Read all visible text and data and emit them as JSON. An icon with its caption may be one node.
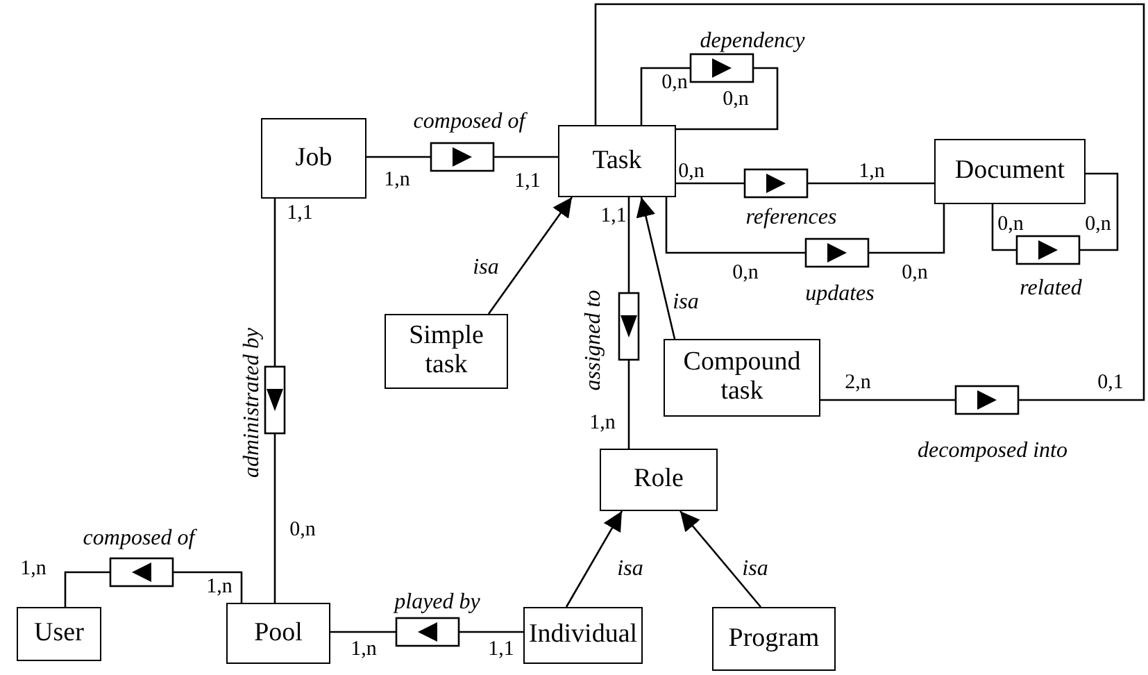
{
  "diagram": {
    "nodes": [
      {
        "text": [
          "Job"
        ]
      },
      {
        "text": [
          "Task"
        ]
      },
      {
        "text": [
          "Document"
        ]
      },
      {
        "text": [
          "Simple task"
        ]
      },
      {
        "text": [
          "Compound task"
        ]
      },
      {
        "text": [
          "Role"
        ]
      },
      {
        "text": [
          "User"
        ]
      },
      {
        "text": [
          "Pool"
        ]
      },
      {
        "text": [
          "Individual"
        ]
      },
      {
        "text": [
          "Program"
        ]
      }
    ],
    "edges": [
      {
        "from": 0,
        "to": 1,
        "arrow": "to",
        "label": "composed of"
      },
      {
        "from": 1,
        "to": 1,
        "arrow": "to",
        "label": "dependency"
      },
      {
        "from": 1,
        "to": 2,
        "arrow": "to",
        "label": "references"
      },
      {
        "from": 1,
        "to": 2,
        "arrow": "to",
        "label": "updates"
      },
      {
        "from": 2,
        "to": 2,
        "arrow": "to",
        "label": "related"
      },
      {
        "from": 3,
        "to": 1,
        "arrow": "to",
        "label": "isa"
      },
      {
        "from": 4,
        "to": 1,
        "arrow": "to",
        "label": "isa"
      },
      {
        "from": 4,
        "to": 1,
        "arrow": "to",
        "label": "decomposed into"
      },
      {
        "from": 1,
        "to": 5,
        "arrow": "to",
        "label": "assigned to"
      },
      {
        "from": 0,
        "to": 7,
        "arrow": "to",
        "label": "administrated by"
      },
      {
        "from": 7,
        "to": 6,
        "arrow": "to",
        "label": "composed of"
      },
      {
        "from": 8,
        "to": 7,
        "arrow": "to",
        "label": "played by"
      },
      {
        "from": 8,
        "to": 5,
        "arrow": "to",
        "label": "isa"
      },
      {
        "from": 9,
        "to": 5,
        "arrow": "to",
        "label": "isa"
      }
    ],
    "labels": [
      "0,n",
      "0,n",
      "1,n",
      "1,1",
      "0,n",
      "1,n",
      "1,1",
      "1,1",
      "0,n",
      "0,n",
      "0,n",
      "0,n",
      "2,n",
      "0,1",
      "1,n",
      "0,n",
      "1,n",
      "1,n",
      "1,n",
      "1,1"
    ]
  }
}
